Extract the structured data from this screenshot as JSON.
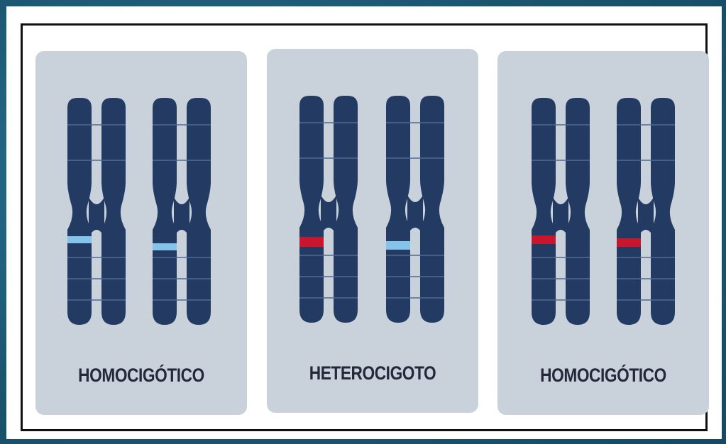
{
  "colors": {
    "chromosome": "#233a62",
    "allele_blue": "#86c3ea",
    "allele_red": "#c8162c",
    "panel": "#c9d2db",
    "background": "#1d5e78"
  },
  "panels": [
    {
      "label": "HOMOCIGÓTICO",
      "alleles": [
        "blue",
        "blue"
      ]
    },
    {
      "label": "HETEROCIGOTO",
      "alleles": [
        "red",
        "blue"
      ]
    },
    {
      "label": "HOMOCIGÓTICO",
      "alleles": [
        "red",
        "red"
      ]
    }
  ]
}
